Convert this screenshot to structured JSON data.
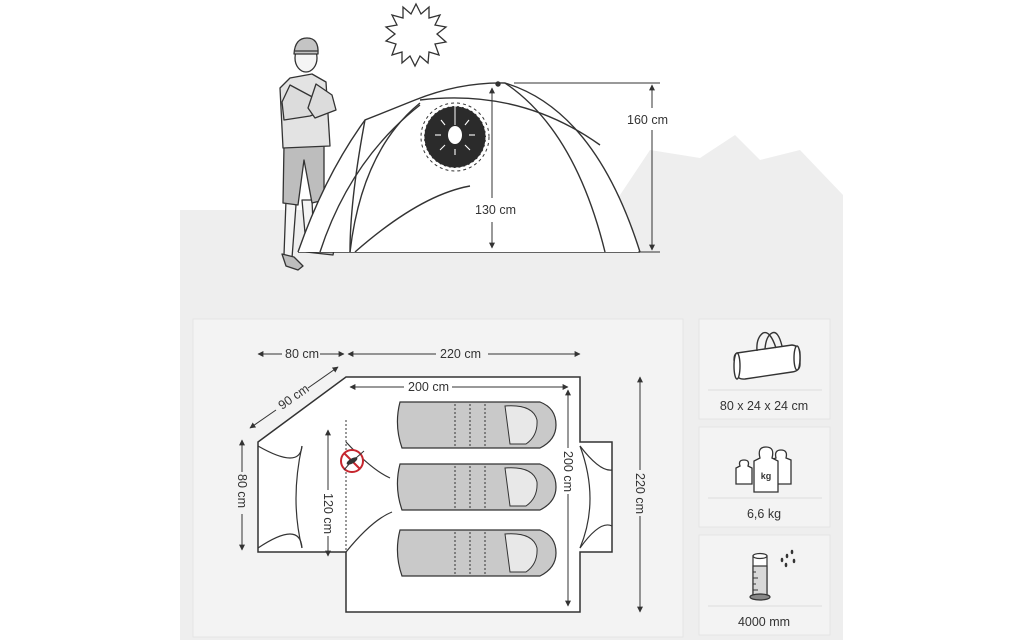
{
  "colors": {
    "panel_bg": "#f3f3f3",
    "ground": "#eeeeee",
    "line": "#333333",
    "sleeping_bag": "#c9c9c9",
    "lamp_bg": "#2b2b2b"
  },
  "side_view": {
    "total_height": "160 cm",
    "inner_height": "130 cm",
    "icons": [
      "sun-icon",
      "person-icon",
      "lamp-icon"
    ]
  },
  "floor_plan": {
    "vestibule_depth_top": "80 cm",
    "inner_length_top": "220 cm",
    "vestibule_diagonal": "90 cm",
    "sleeping_length": "200 cm",
    "vestibule_depth_side": "80 cm",
    "vestibule_width": "120 cm",
    "sleeping_width": "200 cm",
    "total_width": "220 cm",
    "icons": [
      "no-mosquito-icon",
      "sleeping-bag-icon"
    ]
  },
  "specs": [
    {
      "icon": "bag-icon",
      "label": "80 x 24 x 24 cm"
    },
    {
      "icon": "weights-icon",
      "label": "6,6 kg"
    },
    {
      "icon": "water-column-icon",
      "label": "4000 mm"
    }
  ]
}
